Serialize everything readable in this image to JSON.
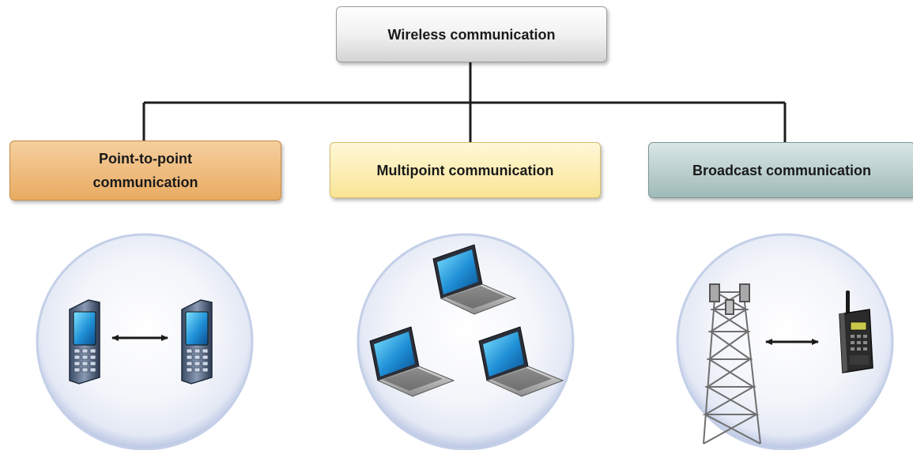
{
  "diagram": {
    "root": {
      "label": "Wireless communication"
    },
    "branches": [
      {
        "label": "Point-to-point\ncommunication",
        "color": "#EDB36D",
        "icon": "mobile-phones-pair-icon"
      },
      {
        "label": "Multipoint communication",
        "color": "#FBE9A2",
        "icon": "three-laptops-icon"
      },
      {
        "label": "Broadcast communication",
        "color": "#A9C3C1",
        "icon": "tower-and-radio-icon"
      }
    ],
    "colors": {
      "connector": "#1c1c1c",
      "circle_fill": "#f2f5fb",
      "circle_ring": "#a8b6d8"
    }
  }
}
